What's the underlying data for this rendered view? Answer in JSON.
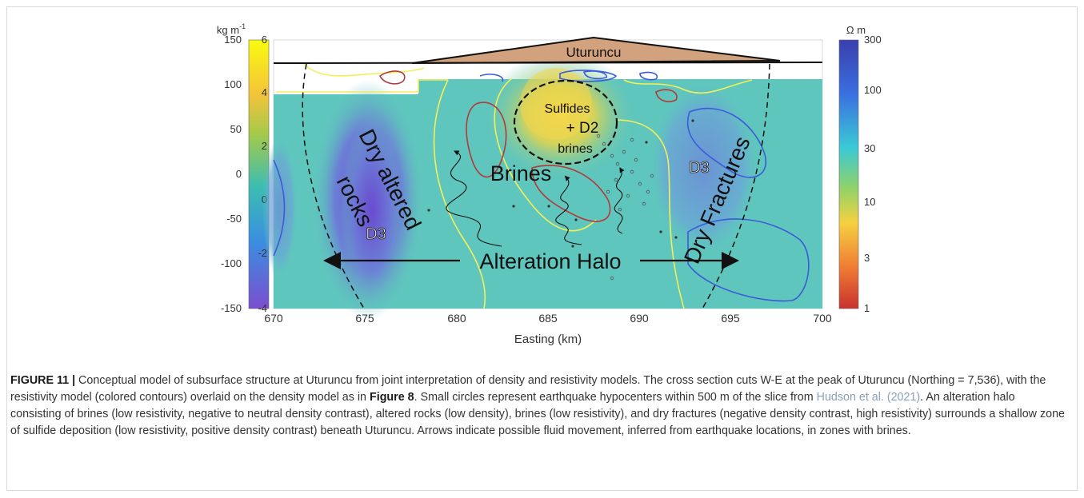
{
  "figure": {
    "easting_label": "Easting (km)",
    "left_axis": {
      "unit": "kg m",
      "unit_sup": "-1",
      "ticks": [
        "150",
        "100",
        "50",
        "0",
        "-50",
        "-100",
        "-150"
      ]
    },
    "density_colorbar": {
      "ticks": [
        "6",
        "4",
        "2",
        "0",
        "-2",
        "-4"
      ]
    },
    "resistivity_colorbar": {
      "unit": "Ω m",
      "ticks": [
        "300",
        "100",
        "30",
        "10",
        "3",
        "1"
      ]
    },
    "x_ticks": [
      "670",
      "675",
      "680",
      "685",
      "690",
      "695",
      "700"
    ],
    "annotations": {
      "volcano": "Uturuncu",
      "sulfides": "Sulfides",
      "d2": "+ D2",
      "brines_small": "brines",
      "brines": "Brines",
      "dry_altered_1": "Dry altered",
      "dry_altered_2": "rocks",
      "d3_left": "D3",
      "d3_right": "D3",
      "dry_fractures": "Dry Fractures",
      "alteration_halo": "Alteration Halo"
    },
    "colors": {
      "background_teal": "#5fc6bd",
      "low_density": "#7a5fd2",
      "high_density": "#f1d44e",
      "volcano": "#d2a17d",
      "contour_yellow": "#f2ef5a",
      "contour_red": "#b23a3a",
      "contour_blue": "#3b5bd8"
    }
  },
  "caption": {
    "label": "FIGURE 11 |",
    "text_1": " Conceptual model of subsurface structure at Uturuncu from joint interpretation of density and resistivity models. The cross section cuts W-E at the peak of Uturuncu (Northing = 7,536), with the resistivity model (colored contours) overlaid on the density model as in ",
    "figure_ref": "Figure 8",
    "text_2": ". Small circles represent earthquake hypocenters within 500 m of the slice from ",
    "citation": "Hudson et al. (2021)",
    "text_3": ". An alteration halo consisting of brines (low resistivity, negative to neutral density contrast), altered rocks (low density), brines (low resistivity), and dry fractures (negative density contrast, high resistivity) surrounds a shallow zone of sulfide deposition (low resistivity, positive density contrast) beneath Uturuncu. Arrows indicate possible fluid movement, inferred from earthquake locations, in zones with brines."
  }
}
